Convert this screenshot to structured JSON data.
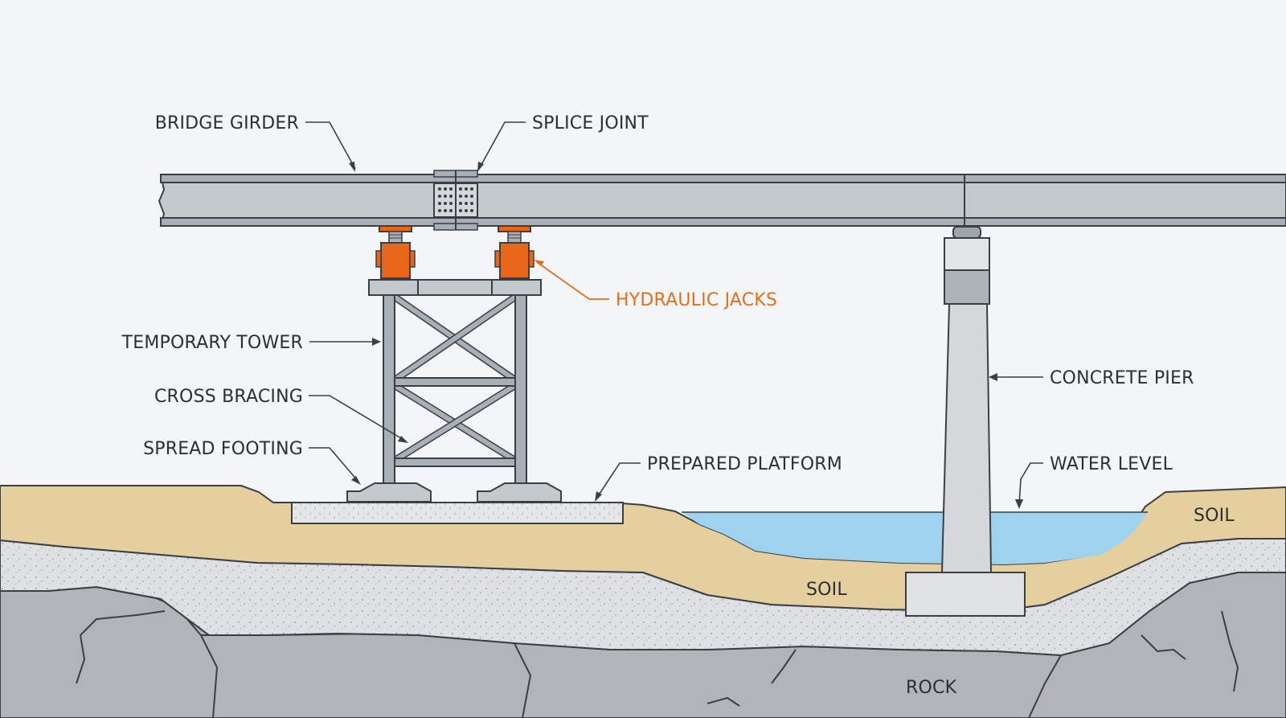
{
  "labels": {
    "bridge_girder": "BRIDGE GIRDER",
    "splice_joint": "SPLICE JOINT",
    "hydraulic_jacks": "HYDRAULIC JACKS",
    "temporary_tower": "TEMPORARY TOWER",
    "cross_bracing": "CROSS BRACING",
    "spread_footing": "SPREAD FOOTING",
    "prepared_platform": "PREPARED PLATFORM",
    "concrete_pier": "CONCRETE PIER",
    "water_level": "WATER LEVEL",
    "soil_right": "SOIL",
    "soil_center": "SOIL",
    "rock": "ROCK"
  },
  "colors": {
    "background": "#f4f5f7",
    "steel": "#a9afb6",
    "steel_light": "#c4c9ce",
    "jack": "#e8661a",
    "accent": "#e07020",
    "soil": "#e6cf9f",
    "gravel": "#dde1e4",
    "rock": "#b1b5b9",
    "water": "#9fd2ee",
    "concrete": "#dfe1e3",
    "outline": "#3a3f44"
  }
}
